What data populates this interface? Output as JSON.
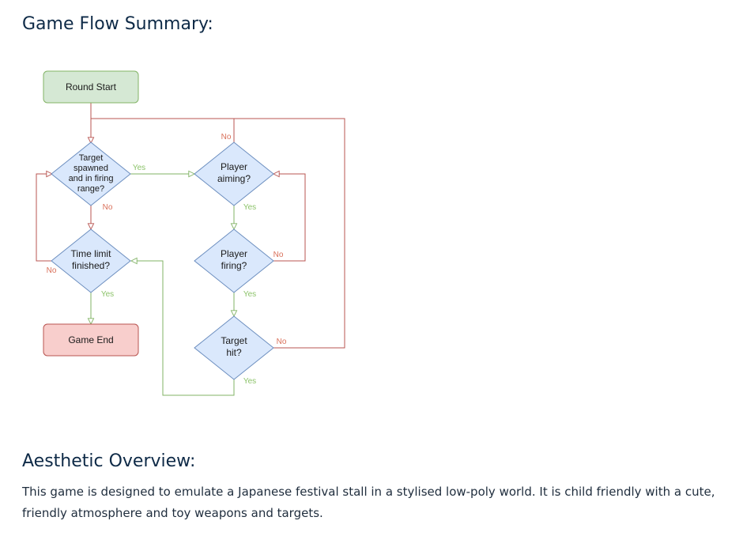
{
  "sections": {
    "flow_title": "Game Flow Summary:",
    "aesthetic_title": "Aesthetic Overview:",
    "aesthetic_text": "This game is designed to emulate a Japanese festival stall in a stylised low-poly world. It is child friendly with a cute, friendly atmosphere and toy weapons and targets."
  },
  "diagram": {
    "nodes": {
      "round_start": "Round Start",
      "target_spawned": [
        "Target",
        "spawned",
        "and in firing",
        "range?"
      ],
      "time_limit": [
        "Time limit",
        "finished?"
      ],
      "game_end": "Game End",
      "player_aiming": [
        "Player",
        "aiming?"
      ],
      "player_firing": [
        "Player",
        "firing?"
      ],
      "target_hit": [
        "Target",
        "hit?"
      ]
    },
    "labels": {
      "yes": "Yes",
      "no": "No"
    },
    "colors": {
      "start_fill": "#d5e8d4",
      "start_stroke": "#82b366",
      "end_fill": "#f8cecc",
      "end_stroke": "#b85450",
      "decision_fill": "#dae8fc",
      "decision_stroke": "#6c8ebf",
      "yes_line": "#82b366",
      "no_line": "#b85450"
    }
  }
}
